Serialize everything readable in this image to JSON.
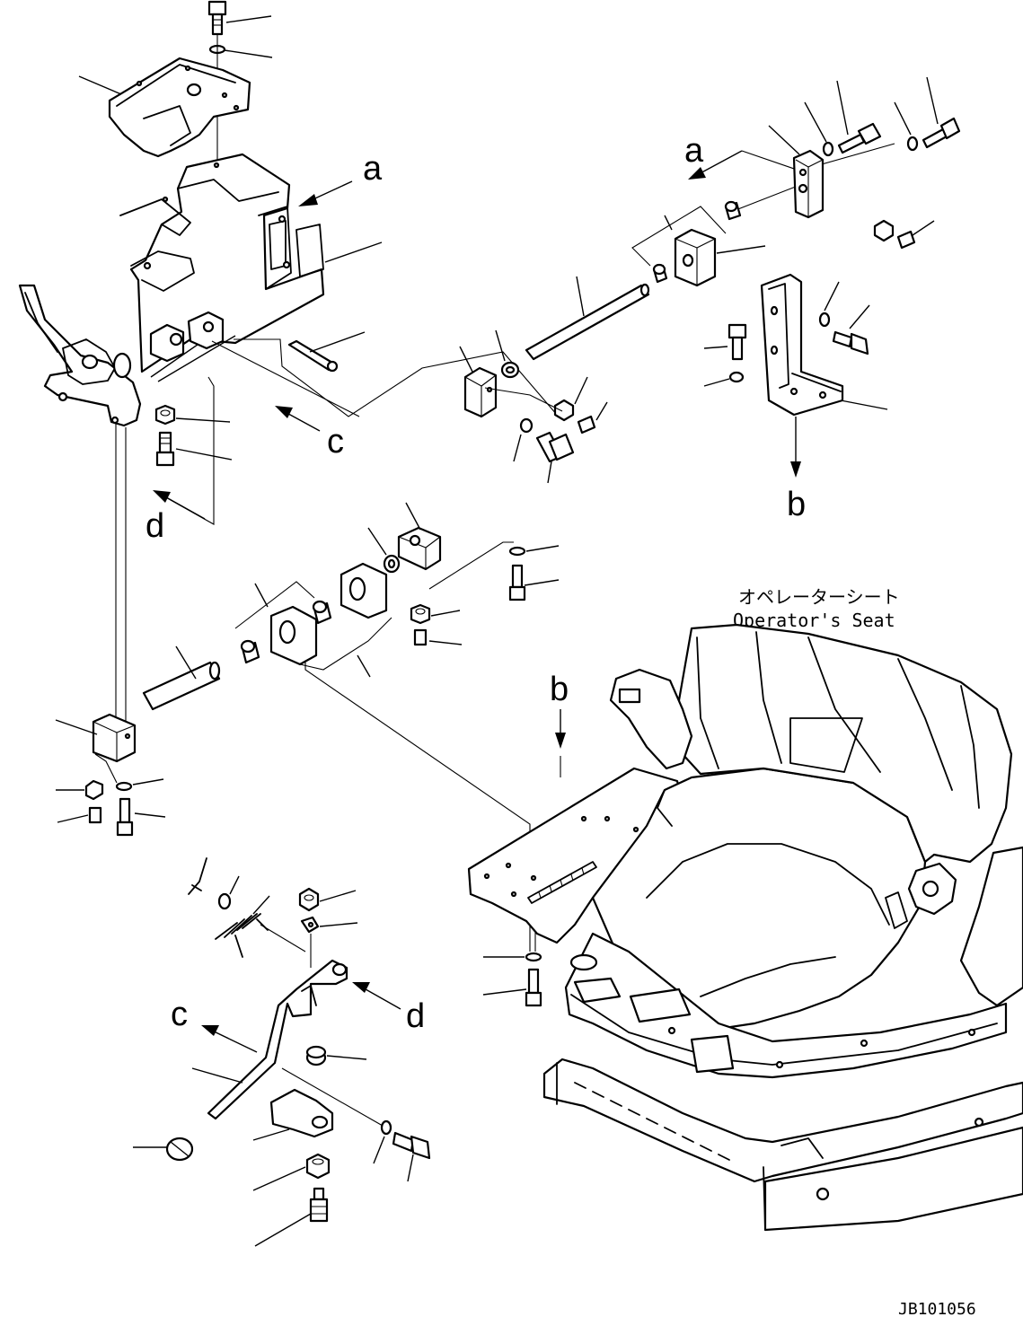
{
  "callouts": {
    "a_top": "a",
    "a_right": "a",
    "b_top": "b",
    "b_lower": "b",
    "c_top": "c",
    "c_lower": "c",
    "d_top": "d",
    "d_lower": "d"
  },
  "seat_label": {
    "jp": "オペレーターシート",
    "en": "Operator's Seat"
  },
  "drawing_id": "JB101056",
  "colors": {
    "line": "#000000",
    "background": "#ffffff"
  }
}
